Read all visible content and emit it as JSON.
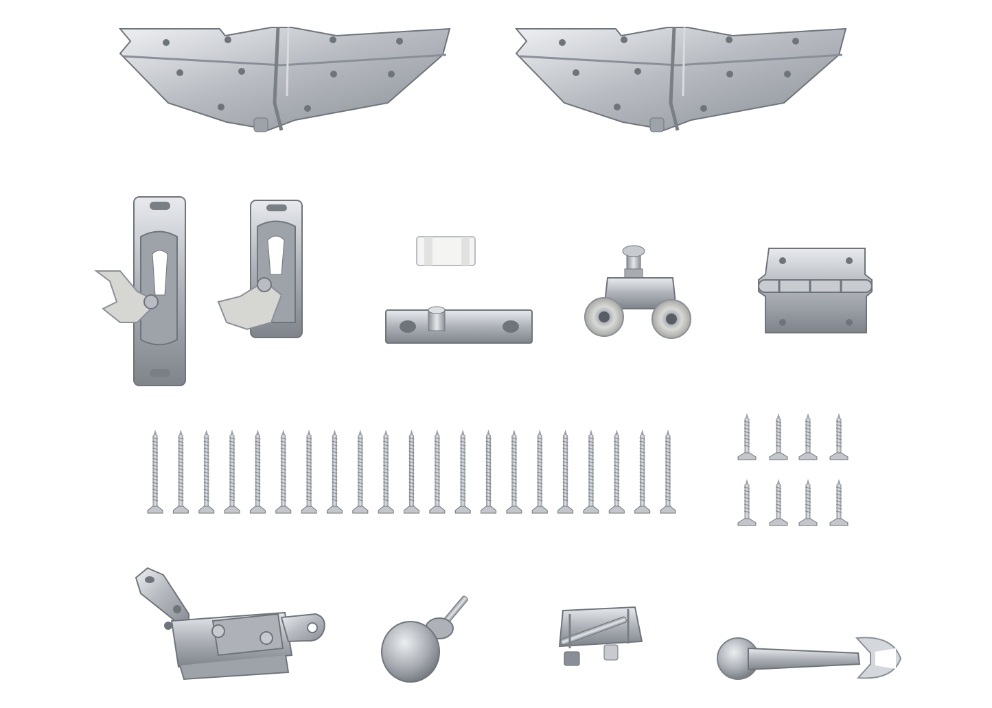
{
  "photo": {
    "kind": "product-photo",
    "subject": "bifold-door-hardware-kit",
    "background_color": "#ffffff",
    "metal_color": "#b9bcc2",
    "metal_light_color": "#e4e6ea",
    "metal_dark_color": "#7d828a",
    "nylon_color": "#d6d6d2",
    "counts": {
      "long_screws": 21,
      "short_screws": 8
    }
  }
}
